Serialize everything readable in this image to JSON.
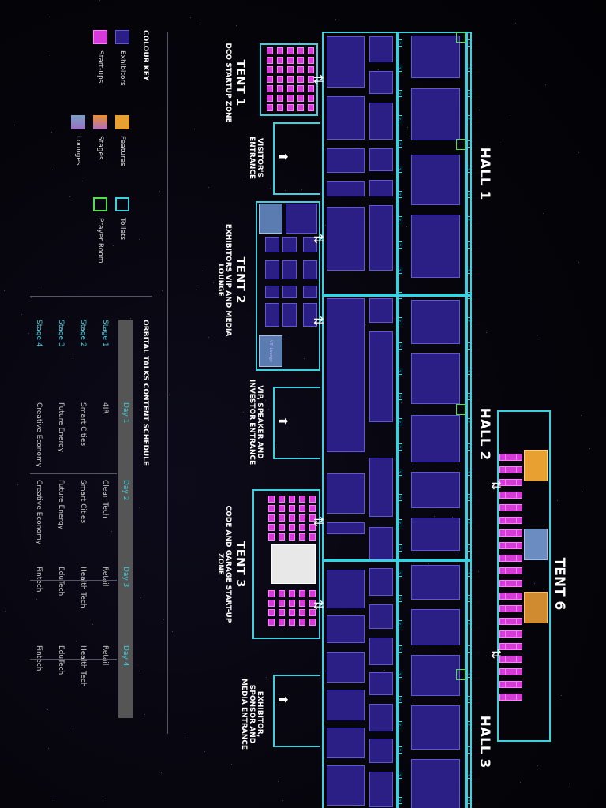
{
  "halls": [
    "HALL 1",
    "HALL 2",
    "HALL 3"
  ],
  "tents": {
    "tent1": {
      "title": "TENT 1",
      "sub": "DCO STARTUP ZONE"
    },
    "tent2": {
      "title": "TENT 2",
      "sub": "EXHIBITORS VIP AND MEDIA LOUNGE"
    },
    "tent3": {
      "title": "TENT 3",
      "sub": "CODE AND GARAGE START-UP ZONE"
    },
    "tent6": {
      "title": "TENT 6"
    }
  },
  "entrances": {
    "visitors": "VISITOR'S ENTRANCE",
    "vip": "VIP, SPEAKER AND INVESTOR ENTRANCE",
    "exhibitor": "EXHIBITOR, SPONSOR AND MEDIA ENTRANCE"
  },
  "colour_key": {
    "title": "COLOUR KEY",
    "items": [
      {
        "label": "Exhibitors",
        "color": "#2b1f86"
      },
      {
        "label": "Start-ups",
        "color": "#d63ad8"
      },
      {
        "label": "Features",
        "color": "#e8a030"
      },
      {
        "label": "Stages",
        "color": "#c070b0"
      },
      {
        "label": "Lounges",
        "color": "#7aa0c8"
      },
      {
        "label": "Toilets",
        "color": "#3fd0e0"
      },
      {
        "label": "Prayer Room",
        "color": "#4fe04f"
      }
    ]
  },
  "schedule": {
    "title": "ORBITAL TALKS CONTENT SCHEDULE",
    "days": [
      "Day 1",
      "Day 2",
      "Day 3",
      "Day 4"
    ],
    "rows": [
      {
        "stage": "Stage 1",
        "cells": [
          "4IR",
          "Clean Tech",
          "Retail",
          "Retail"
        ]
      },
      {
        "stage": "Stage 2",
        "cells": [
          "Smart Cities",
          "Smart Cities",
          "Health Tech",
          "Health Tech"
        ]
      },
      {
        "stage": "Stage 3",
        "cells": [
          "Future Energy",
          "Future Energy",
          "EduTech",
          "EduTech"
        ]
      },
      {
        "stage": "Stage 4",
        "cells": [
          "Creative Economy",
          "Creative Economy",
          "Fintech",
          "Fintech"
        ]
      }
    ]
  },
  "lounge_labels": {
    "vip_lounge": "VIP Lounge"
  },
  "toilet_glyph": "T"
}
